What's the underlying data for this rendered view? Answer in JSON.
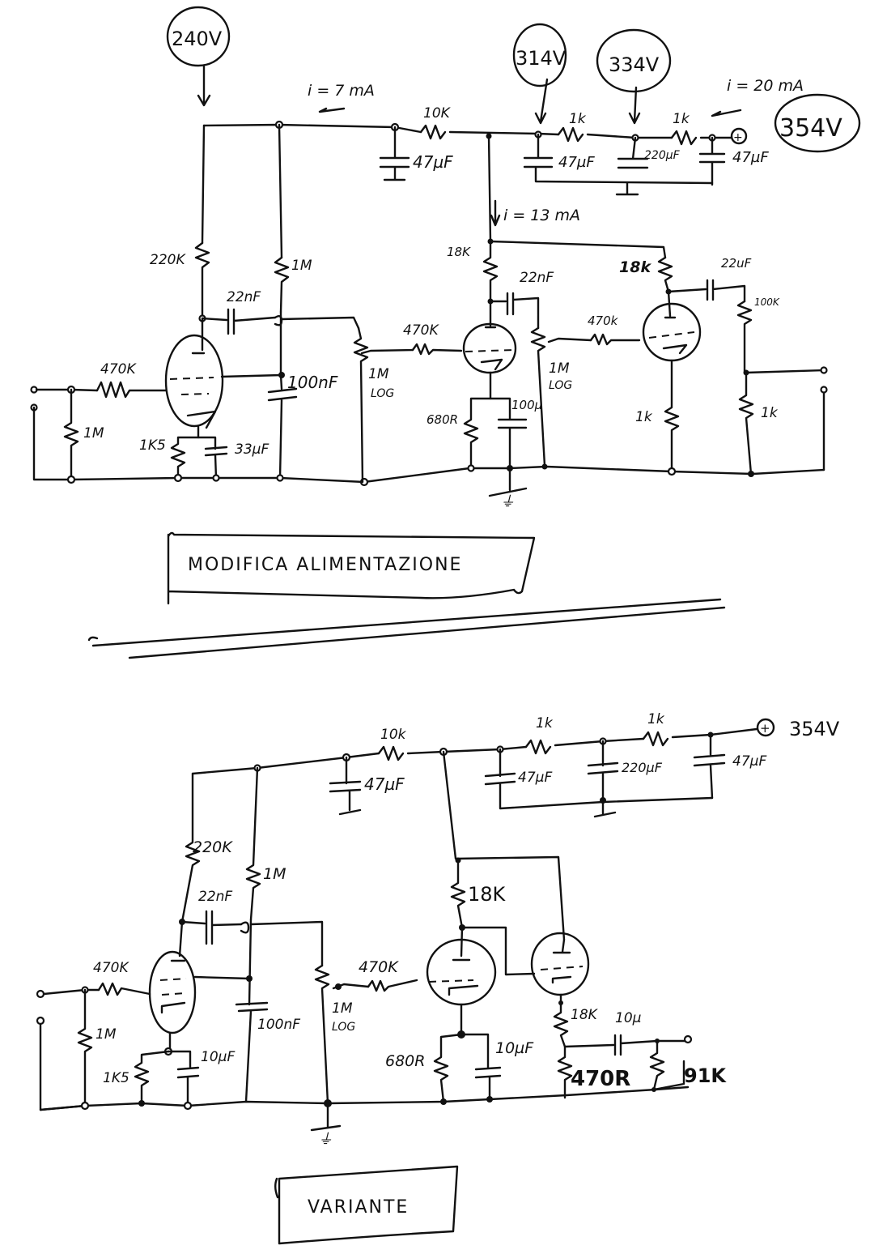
{
  "diagram_title": "Tube preamp schematic (hand-drawn)",
  "top_circuit": {
    "title": "MODIFICA ALIMENTAZIONE",
    "voltages": {
      "v1": "240V",
      "v2": "314V",
      "v3": "334V",
      "supply": "354V"
    },
    "currents": {
      "stage1": "i = 7 mA",
      "stage2": "i = 13 mA",
      "total": "i = 20 mA"
    },
    "supply_symbol": "+",
    "components": {
      "r_drop1": "10K",
      "c_drop1": "47µF",
      "r_drop2": "1k",
      "c_drop2": "47µF",
      "r_drop3": "1k",
      "c_drop3": "220µF",
      "c_input_filter": "47µF",
      "r_input_grid": "470K",
      "r_input_leak": "1M",
      "r_plate1": "220K",
      "r_screen1": "1M",
      "c_coupling1": "22nF",
      "c_screen1": "100nF",
      "r_cathode1": "1K5",
      "c_cathode1": "33µF",
      "pot1": "1M",
      "pot1_taper": "LOG",
      "r_grid2": "470K",
      "r_plate2": "18K",
      "c_coupling2": "22nF",
      "r_cathode2": "680R",
      "c_cathode2": "100µ",
      "pot2": "1M",
      "pot2_taper": "LOG",
      "r_grid3": "470k",
      "r_plate3": "18k",
      "c_out": "22uF",
      "r_out_series": "100K",
      "r_cathode3": "1k",
      "r_out_shunt": "1k"
    }
  },
  "bottom_circuit": {
    "title": "VARIANTE",
    "supply": "354V",
    "supply_symbol": "+",
    "components": {
      "r_drop1": "10k",
      "c_drop1": "47µF",
      "r_drop2": "1k",
      "c_drop2": "47µF",
      "r_drop3": "1k",
      "c_drop3": "220µF",
      "c_input_filter": "47µF",
      "r_input_grid": "470K",
      "r_input_leak": "1M",
      "r_plate1": "220K",
      "r_screen1": "1M",
      "c_coupling1": "22nF",
      "c_screen1": "100nF",
      "r_cathode1": "1K5",
      "c_cathode1": "10µF",
      "pot1": "1M",
      "pot1_taper": "LOG",
      "r_grid2": "470K",
      "r_plate2": "18K",
      "r_cathode2": "680R",
      "c_cathode2": "10µF",
      "r_cathode_follower": "18K",
      "c_out": "10µ",
      "r_bias": "470R",
      "r_out": "91K"
    }
  }
}
